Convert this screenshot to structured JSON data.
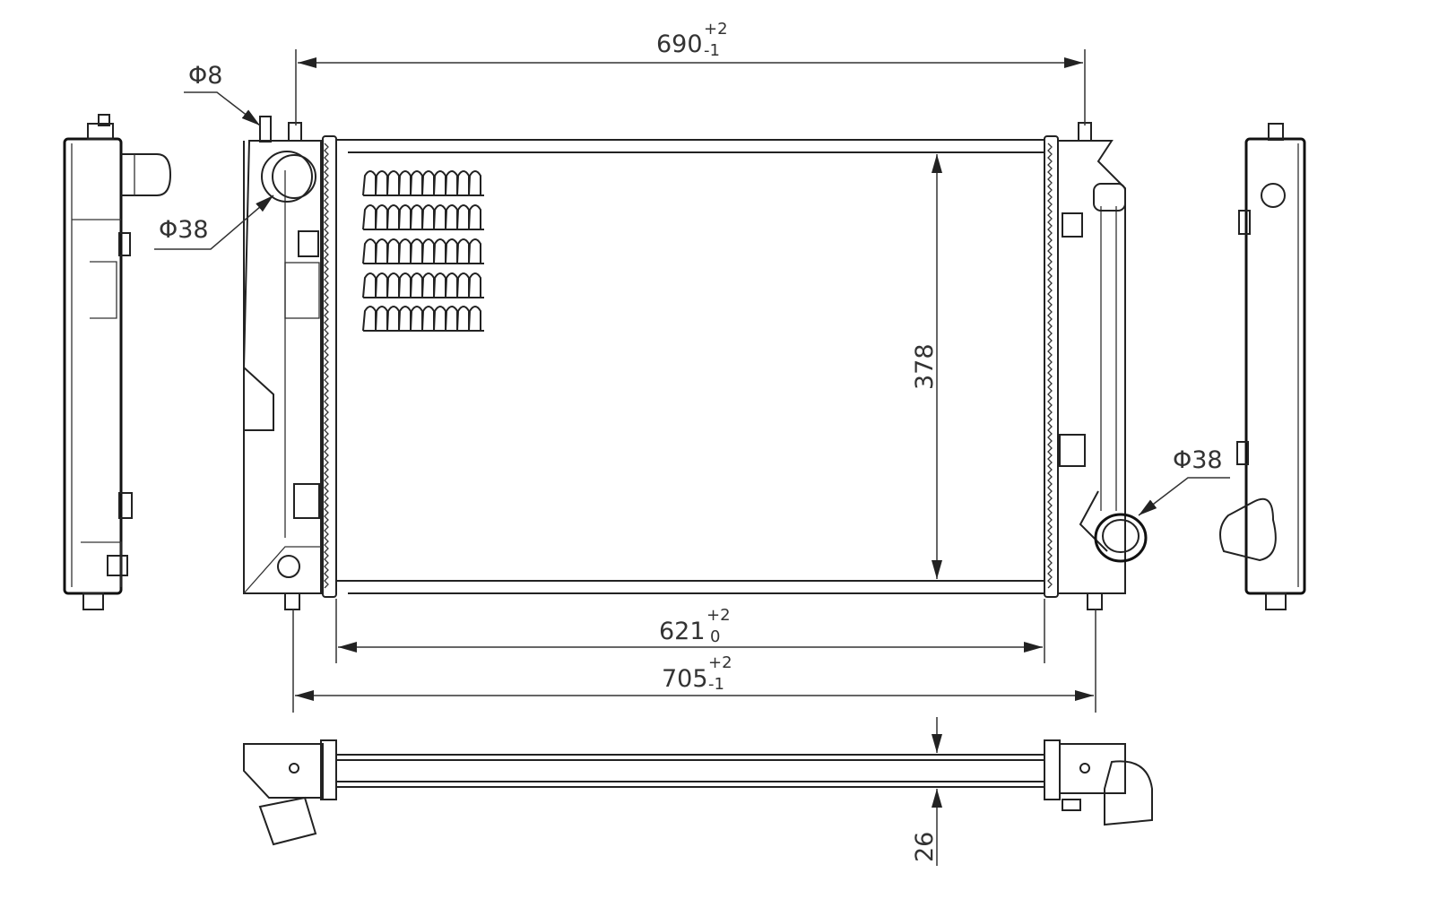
{
  "drawing": {
    "dimensions": {
      "overall_top": {
        "value": "690",
        "upper_tol": "+2",
        "lower_tol": "-1"
      },
      "core_width": {
        "value": "621",
        "upper_tol": "+2",
        "lower_tol": "0"
      },
      "overall_bottom": {
        "value": "705",
        "upper_tol": "+2",
        "lower_tol": "-1"
      },
      "core_height": {
        "value": "378"
      },
      "core_depth": {
        "value": "26"
      }
    },
    "callouts": {
      "pin_diameter": "Φ8",
      "inlet_diameter": "Φ38",
      "outlet_diameter": "Φ38"
    },
    "line_color": "#222222"
  }
}
